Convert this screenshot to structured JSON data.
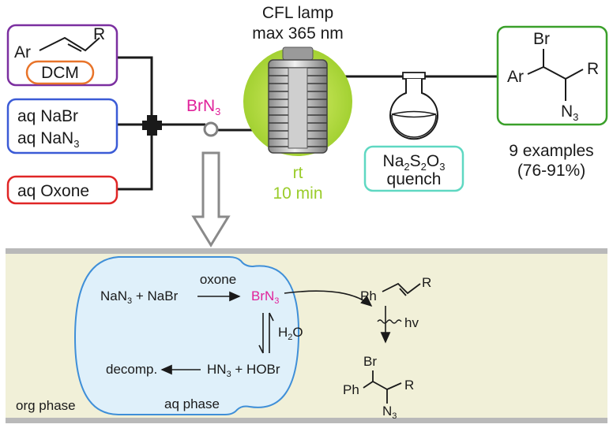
{
  "inputs": {
    "alkene_ar": "Ar",
    "alkene_r": "R",
    "solvent": "DCM",
    "salts_line1": "aq NaBr",
    "salts_line2_pre": "aq NaN",
    "salts_line2_sub": "3",
    "oxidant": "aq Oxone"
  },
  "intermediate": {
    "pre": "BrN",
    "sub": "3"
  },
  "lamp": {
    "line1": "CFL lamp",
    "line2": "max 365 nm",
    "temp": "rt",
    "time": "10 min"
  },
  "quench": {
    "formula_parts": [
      "Na",
      "2",
      "S",
      "2",
      "O",
      "3"
    ],
    "label": "quench"
  },
  "product": {
    "br": "Br",
    "ar": "Ar",
    "r": "R",
    "n_pre": "N",
    "n_sub": "3",
    "examples": "9 examples",
    "yields": "(76-91%)"
  },
  "mechanism": {
    "reactant_parts": [
      "NaN",
      "3",
      " + NaBr"
    ],
    "oxone": "oxone",
    "brn3_pre": "BrN",
    "brn3_sub": "3",
    "water_pre": "H",
    "water_sub": "2",
    "water_post": "O",
    "decomp": "decomp.",
    "hn3_parts": [
      "HN",
      "3",
      " + HOBr"
    ],
    "ph": "Ph",
    "r": "R",
    "hv": "hv",
    "prod_br": "Br",
    "prod_ph": "Ph",
    "prod_r": "R",
    "prod_n_pre": "N",
    "prod_n_sub": "3",
    "org_phase": "org phase",
    "aq_phase": "aq phase"
  },
  "colors": {
    "purple": "#7b2fa0",
    "orange": "#e8742a",
    "blue": "#3b5bd6",
    "red": "#e02626",
    "magenta": "#e0219a",
    "lime": "#9acc2a",
    "teal": "#5fd8c2",
    "green": "#3aa02a",
    "panel": "#f1f0d8",
    "aq_fill": "#dff0fa",
    "aq_stroke": "#3f8fd8"
  }
}
